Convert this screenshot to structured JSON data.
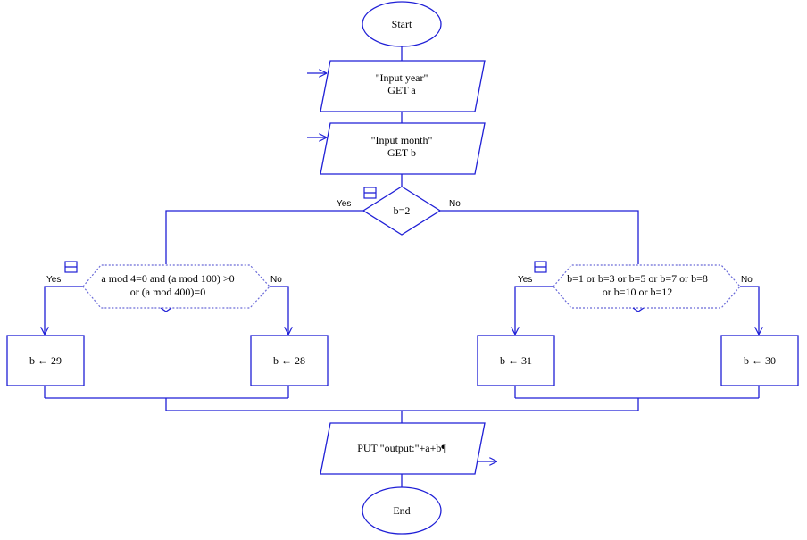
{
  "start": {
    "label": "Start"
  },
  "input_year": {
    "prompt": "\"Input year\"",
    "command": "GET a"
  },
  "input_month": {
    "prompt": "\"Input month\"",
    "command": "GET b"
  },
  "decision_main": {
    "condition": "b=2",
    "yes_label": "Yes",
    "no_label": "No"
  },
  "decision_leap": {
    "line1": "a mod 4=0 and (a mod 100) >0",
    "line2": "or (a mod 400)=0",
    "yes_label": "Yes",
    "no_label": "No"
  },
  "decision_days": {
    "line1": "b=1 or b=3 or b=5 or b=7 or b=8",
    "line2": "or b=10  or b=12",
    "yes_label": "Yes",
    "no_label": "No"
  },
  "assign_29": {
    "label": "b ← 29"
  },
  "assign_28": {
    "label": "b ← 28"
  },
  "assign_31": {
    "label": "b ← 31"
  },
  "assign_30": {
    "label": "b ← 30"
  },
  "output": {
    "label": "PUT \"output:\"+a+b¶"
  },
  "end": {
    "label": "End"
  }
}
